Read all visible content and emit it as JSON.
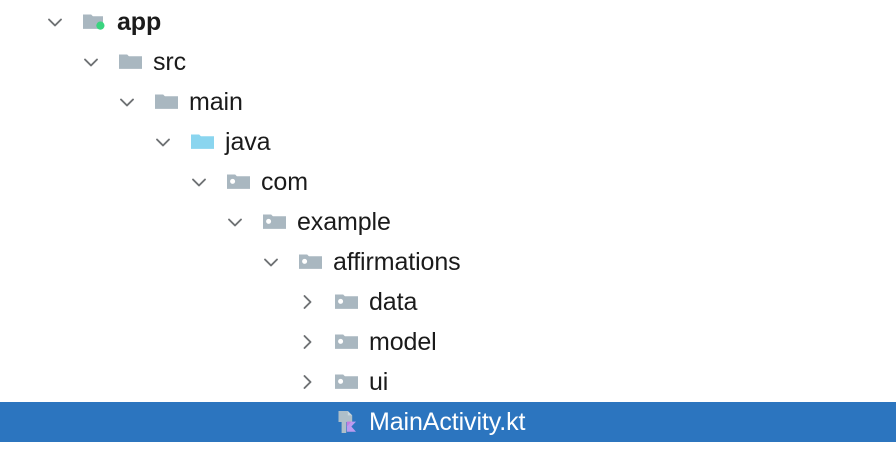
{
  "panel": {
    "name": "project-tree",
    "selection_color": "#2c75bf",
    "text_color": "#1b1b1b",
    "selected_text_color": "#ffffff",
    "background": "#ffffff"
  },
  "tree": {
    "nodes": [
      {
        "label": "app",
        "depth": 0,
        "icon": "module-folder-icon",
        "icon_color": "#a9b7c0",
        "badge": "green-dot-badge",
        "badge_color": "#3ad47f",
        "state": "expanded",
        "twisty": "chevron-down-icon",
        "bold": true,
        "selected": false
      },
      {
        "label": "src",
        "depth": 1,
        "icon": "folder-icon",
        "icon_color": "#a9b7c0",
        "badge": "",
        "badge_color": "",
        "state": "expanded",
        "twisty": "chevron-down-icon",
        "bold": false,
        "selected": false
      },
      {
        "label": "main",
        "depth": 2,
        "icon": "folder-icon",
        "icon_color": "#a9b7c0",
        "badge": "",
        "badge_color": "",
        "state": "expanded",
        "twisty": "chevron-down-icon",
        "bold": false,
        "selected": false
      },
      {
        "label": "java",
        "depth": 3,
        "icon": "source-root-folder-icon",
        "icon_color": "#8ad5ef",
        "badge": "",
        "badge_color": "",
        "state": "expanded",
        "twisty": "chevron-down-icon",
        "bold": false,
        "selected": false
      },
      {
        "label": "com",
        "depth": 4,
        "icon": "package-folder-icon",
        "icon_color": "#a9b7c0",
        "badge": "",
        "badge_color": "",
        "state": "expanded",
        "twisty": "chevron-down-icon",
        "bold": false,
        "selected": false
      },
      {
        "label": "example",
        "depth": 5,
        "icon": "package-folder-icon",
        "icon_color": "#a9b7c0",
        "badge": "",
        "badge_color": "",
        "state": "expanded",
        "twisty": "chevron-down-icon",
        "bold": false,
        "selected": false
      },
      {
        "label": "affirmations",
        "depth": 6,
        "icon": "package-folder-icon",
        "icon_color": "#a9b7c0",
        "badge": "",
        "badge_color": "",
        "state": "expanded",
        "twisty": "chevron-down-icon",
        "bold": false,
        "selected": false
      },
      {
        "label": "data",
        "depth": 7,
        "icon": "package-folder-icon",
        "icon_color": "#a9b7c0",
        "badge": "",
        "badge_color": "",
        "state": "collapsed",
        "twisty": "chevron-right-icon",
        "bold": false,
        "selected": false
      },
      {
        "label": "model",
        "depth": 7,
        "icon": "package-folder-icon",
        "icon_color": "#a9b7c0",
        "badge": "",
        "badge_color": "",
        "state": "collapsed",
        "twisty": "chevron-right-icon",
        "bold": false,
        "selected": false
      },
      {
        "label": "ui",
        "depth": 7,
        "icon": "package-folder-icon",
        "icon_color": "#a9b7c0",
        "badge": "",
        "badge_color": "",
        "state": "collapsed",
        "twisty": "chevron-right-icon",
        "bold": false,
        "selected": false
      },
      {
        "label": "MainActivity.kt",
        "depth": 7,
        "icon": "kotlin-file-icon",
        "icon_color": "#a9b7c0",
        "badge": "",
        "badge_color": "",
        "state": "leaf",
        "twisty": "none",
        "bold": false,
        "selected": true
      }
    ]
  }
}
